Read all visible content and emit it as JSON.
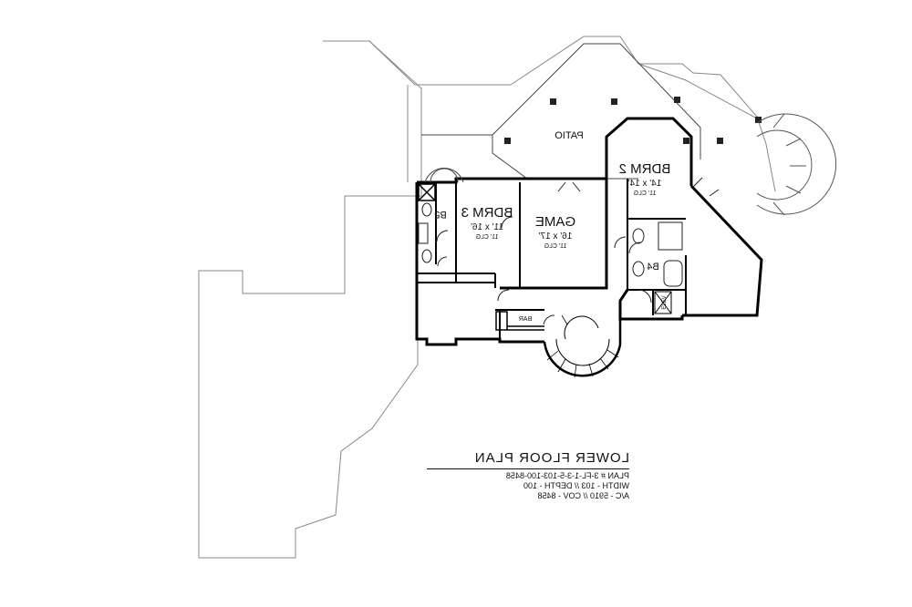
{
  "rooms": {
    "patio": "PATIO",
    "bdrm2": "BDRM 2",
    "bdrm2_size": "14' x 14'",
    "bdrm2_clg": "11' CLG",
    "bdrm3": "BDRM 3",
    "bdrm3_size": "11' x 16'",
    "bdrm3_clg": "11' CLG",
    "game": "GAME",
    "game_size": "16' x 17'",
    "game_clg": "11' CLG",
    "b5": "B5",
    "b4": "B4",
    "bar": "BAR",
    "elev": "ELEV"
  },
  "title": {
    "heading": "LOWER FLOOR PLAN",
    "line1": "PLAN # 3-FL-1-3-5-103-100-8458",
    "line2": "WIDTH - 103 // DEPTH - 100",
    "line3": "A/C - 5910 // COV - 8458"
  }
}
